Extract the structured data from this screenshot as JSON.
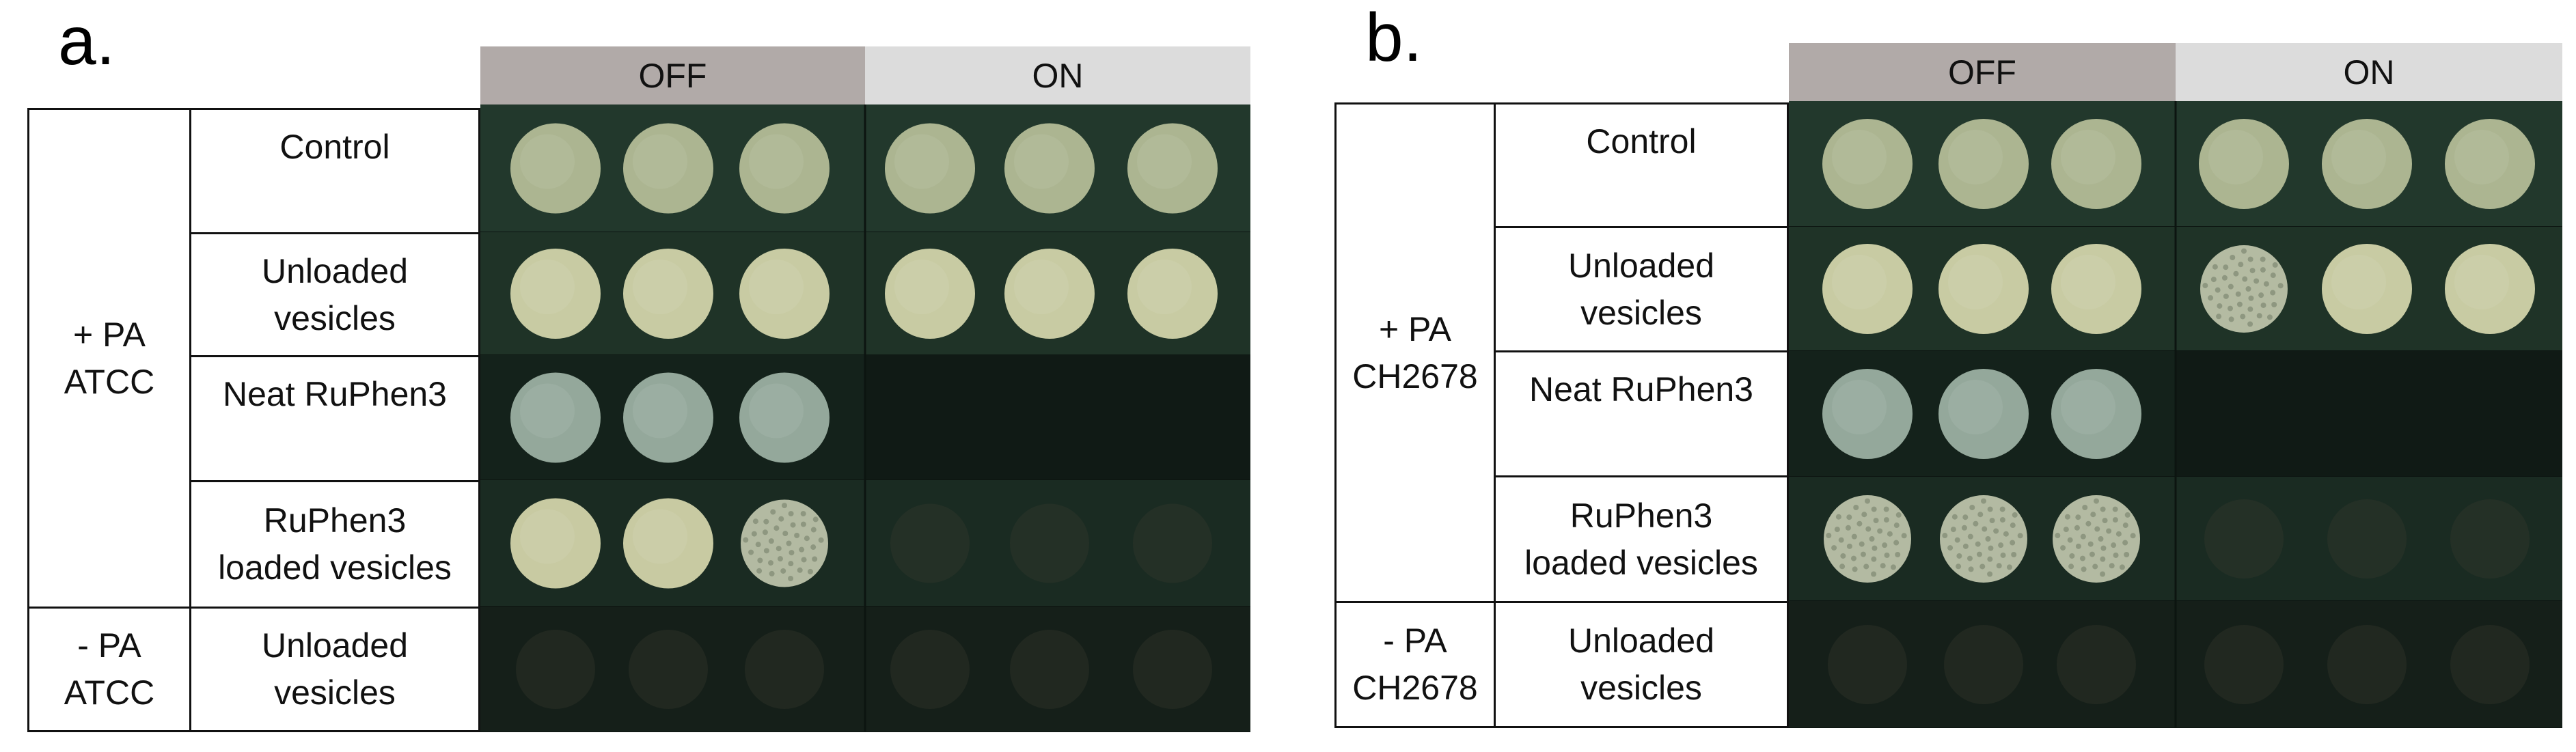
{
  "panels": [
    {
      "letter": "a.",
      "columns": {
        "off": "OFF",
        "on": "ON"
      },
      "groups": [
        {
          "label": "+ PA\nATCC"
        },
        {
          "label": "- PA\nATCC"
        }
      ],
      "rows": [
        {
          "label": "Control",
          "off_growth": [
            "full",
            "full",
            "full"
          ],
          "on_growth": [
            "full",
            "full",
            "full"
          ]
        },
        {
          "label": "Unloaded\nvesicles",
          "off_growth": [
            "full",
            "full",
            "full"
          ],
          "on_growth": [
            "full",
            "full",
            "full"
          ]
        },
        {
          "label": "Neat RuPhen3",
          "off_growth": [
            "full",
            "full",
            "full"
          ],
          "on_growth": [
            "none",
            "none",
            "none"
          ]
        },
        {
          "label": "RuPhen3\nloaded vesicles",
          "off_growth": [
            "full",
            "full",
            "speckled"
          ],
          "on_growth": [
            "trace",
            "trace",
            "trace"
          ]
        },
        {
          "label": "Unloaded\nvesicles",
          "off_growth": [
            "trace",
            "trace",
            "trace"
          ],
          "on_growth": [
            "trace",
            "trace",
            "trace"
          ]
        }
      ]
    },
    {
      "letter": "b.",
      "columns": {
        "off": "OFF",
        "on": "ON"
      },
      "groups": [
        {
          "label": "+ PA\nCH2678"
        },
        {
          "label": "- PA\nCH2678"
        }
      ],
      "rows": [
        {
          "label": "Control",
          "off_growth": [
            "full",
            "full",
            "full"
          ],
          "on_growth": [
            "full",
            "full",
            "full"
          ]
        },
        {
          "label": "Unloaded\nvesicles",
          "off_growth": [
            "full",
            "full",
            "full"
          ],
          "on_growth": [
            "speckled",
            "full",
            "full"
          ]
        },
        {
          "label": "Neat RuPhen3",
          "off_growth": [
            "full",
            "full",
            "full"
          ],
          "on_growth": [
            "none",
            "none",
            "none"
          ]
        },
        {
          "label": "RuPhen3\nloaded vesicles",
          "off_growth": [
            "speckled",
            "speckled",
            "speckled"
          ],
          "on_growth": [
            "trace",
            "trace",
            "trace"
          ]
        },
        {
          "label": "Unloaded\nvesicles",
          "off_growth": [
            "trace",
            "trace",
            "trace"
          ],
          "on_growth": [
            "trace",
            "trace",
            "trace"
          ]
        }
      ]
    }
  ],
  "colors": {
    "agar_dark": "#18271f",
    "agar_mid": "#22382c",
    "colony_control": "#b9c09a",
    "colony_vesicle": "#d7d8ae",
    "colony_ruphen": "#9fb4a6",
    "colony_speckled": "#cfd3b8",
    "header_off": "#b1aaa8",
    "header_on": "#dcdcdc"
  }
}
